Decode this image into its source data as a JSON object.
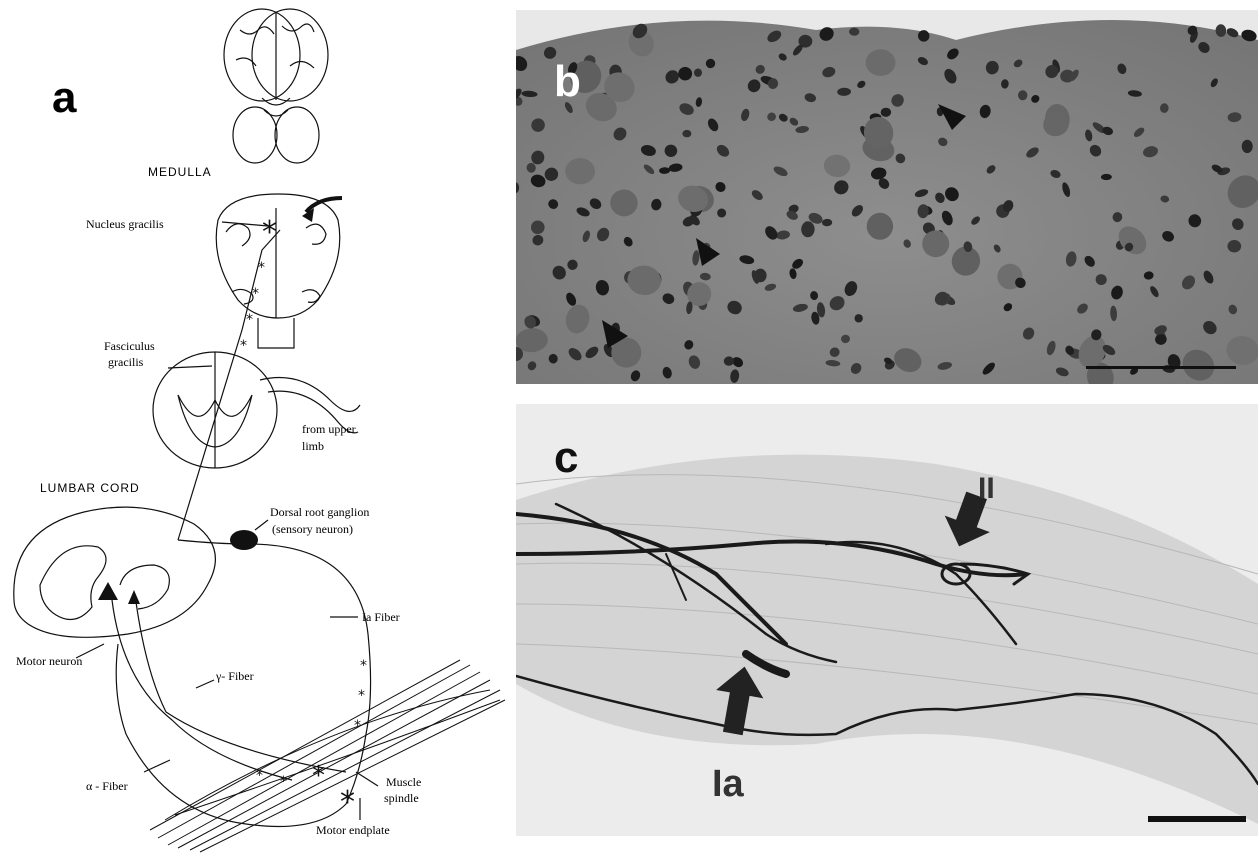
{
  "panel_a": {
    "letter": "a",
    "labels": {
      "medulla": "MEDULLA",
      "nucleus_gracilis": "Nucleus gracilis",
      "fasciculus_line1": "Fasciculus",
      "fasciculus_line2": "gracilis",
      "upper_limb_line1": "from upper",
      "upper_limb_line2": "limb",
      "lumbar_cord": "LUMBAR CORD",
      "drg_line1": "Dorsal root ganglion",
      "drg_line2": "(sensory neuron)",
      "ia_fiber": "Ia Fiber",
      "motor_neuron": "Motor neuron",
      "gamma_fiber": "γ- Fiber",
      "alpha_fiber": "α - Fiber",
      "spindle_line1": "Muscle",
      "spindle_line2": "spindle",
      "motor_endplate": "Motor endplate"
    }
  },
  "panel_b": {
    "letter": "b"
  },
  "panel_c": {
    "letter": "c",
    "label_ii": "II",
    "label_ia": "Ia"
  },
  "colors": {
    "micrograph_b_bg": "#8a8a8a",
    "micrograph_c_bg": "#d9d9d9",
    "ink": "#111111"
  }
}
